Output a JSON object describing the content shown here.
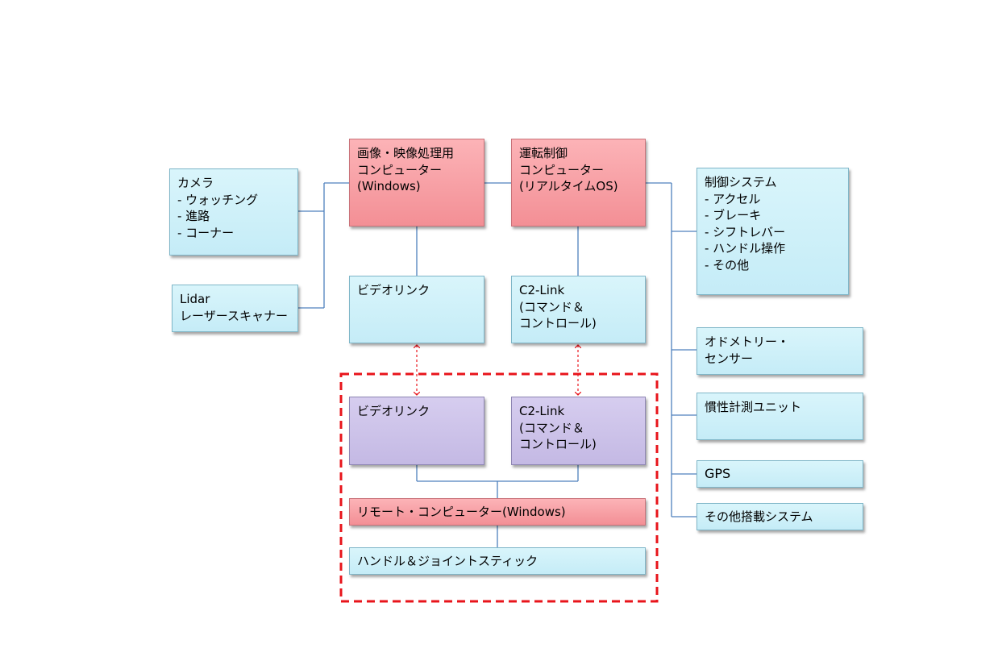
{
  "left": {
    "camera": "カメラ\n - ウォッチング\n - 進路\n - コーナー",
    "lidar": "Lidar\nレーザースキャナー"
  },
  "center_top": {
    "image_computer": "画像・映像処理用\nコンピューター\n(Windows)",
    "drive_computer": "運転制御\nコンピューター\n(リアルタイムOS)",
    "video_link": "ビデオリンク",
    "c2_link": "C2-Link\n(コマンド＆\nコントロール)"
  },
  "remote": {
    "video_link": "ビデオリンク",
    "c2_link": "C2-Link\n(コマンド＆\nコントロール)",
    "remote_computer": "リモート・コンピューター(Windows)",
    "handle_joystick": "ハンドル＆ジョイントスティック"
  },
  "right": {
    "control_system": "制御システム\n - アクセル\n - ブレーキ\n - シフトレバー\n - ハンドル操作\n - その他",
    "odometry": "オドメトリー・\nセンサー",
    "imu": "慣性計測ユニット",
    "gps": "GPS",
    "other_systems": "その他搭載システム"
  },
  "colors": {
    "sensor_box": "#c9eef8",
    "computer_box": "#f5969c",
    "remote_link_box": "#c8bfe7",
    "connector_line": "#4f81bd",
    "remote_boundary": "#e8141b"
  }
}
